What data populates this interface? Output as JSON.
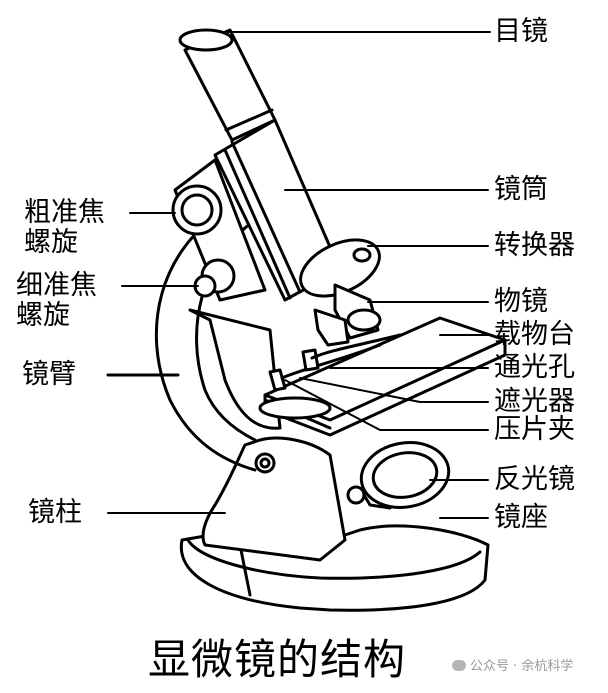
{
  "labels": {
    "eyepiece": "目镜",
    "tube": "镜筒",
    "nosepiece": "转换器",
    "objective": "物镜",
    "stage": "载物台",
    "aperture": "通光孔",
    "diaphragm": "遮光器",
    "clips": "压片夹",
    "mirror": "反光镜",
    "base": "镜座",
    "coarse_line1": "粗准焦",
    "coarse_line2": "螺旋",
    "fine_line1": "细准焦",
    "fine_line2": "螺旋",
    "arm": "镜臂",
    "pillar": "镜柱"
  },
  "title": "显微镜的结构",
  "watermark": "公众号 · 余杭科学",
  "colors": {
    "line": "#000000",
    "background": "#ffffff",
    "watermark": "#9a9a9a"
  }
}
